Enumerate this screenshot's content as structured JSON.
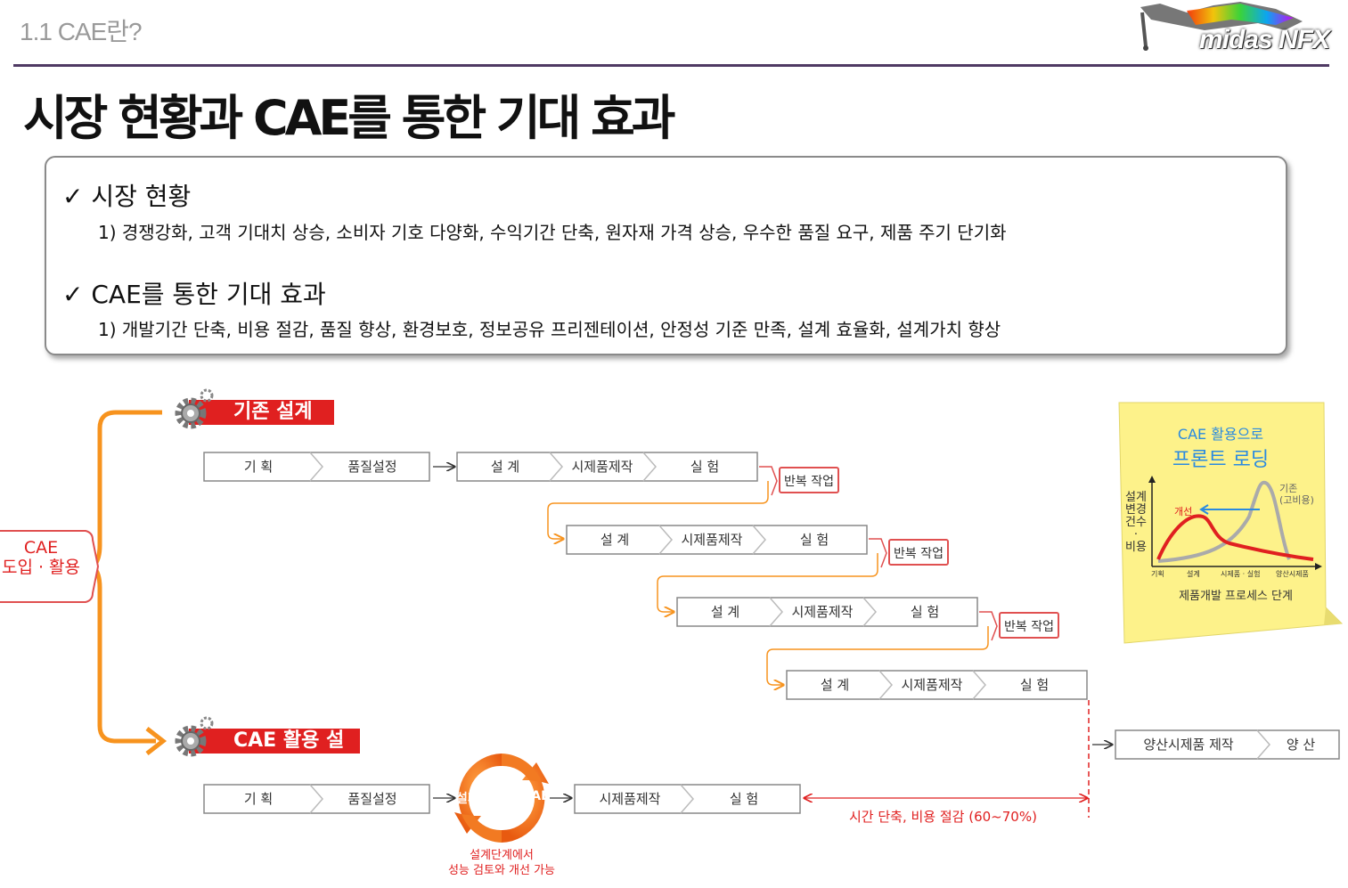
{
  "header": {
    "section": "1.1  CAE란?",
    "logo": "midas NFX"
  },
  "title": "시장 현황과 CAE를 통한 기대 효과",
  "summary": {
    "market": {
      "heading": "✓ 시장 현황",
      "body": "1)  경쟁강화, 고객 기대치 상승, 소비자 기호 다양화, 수익기간 단축, 원자재 가격 상승, 우수한 품질 요구, 제품 주기 단기화"
    },
    "effects": {
      "heading": "✓ CAE를 통한 기대 효과",
      "body": "1)  개발기간 단축, 비용 절감, 품질 향상, 환경보호, 정보공유 프리젠테이션, 안정성 기준 만족, 설계 효율화, 설계가치 향상"
    }
  },
  "diagram": {
    "cae_intro": [
      "CAE",
      "도입 · 활용"
    ],
    "legacy_label": "기존 설계",
    "cae_label": "CAE 활용 설계",
    "plan_row": [
      "기 획",
      "품질설정"
    ],
    "cycle": [
      "설 계",
      "시제품제작",
      "실 험"
    ],
    "repeat": "반복 작업",
    "mass": [
      "양산시제품 제작",
      "양 산"
    ],
    "cae_row": [
      "시제품제작",
      "실 험"
    ],
    "cycle_design": "설계",
    "cycle_cae": "CAE",
    "cycle_caption": [
      "설계단계에서",
      "성능 검토와 개선 가능"
    ],
    "saving": "시간 단축, 비용 절감 (60~70%)"
  },
  "note": {
    "title1": "CAE 활용으로",
    "title2": "프론트 로딩",
    "ylabel": [
      "설계",
      "변경",
      "건수",
      "·",
      "비용"
    ],
    "legacy": [
      "기존",
      "(고비용)"
    ],
    "improved": "개선",
    "xticks": [
      "기획",
      "설계",
      "시제품 · 실험",
      "양산시제품"
    ],
    "xlabel": "제품개발 프로세스 단계"
  },
  "colors": {
    "accent": "#e02020",
    "orange": "#f7931e",
    "rule": "#4f3a63",
    "note": "#fdf28a"
  }
}
